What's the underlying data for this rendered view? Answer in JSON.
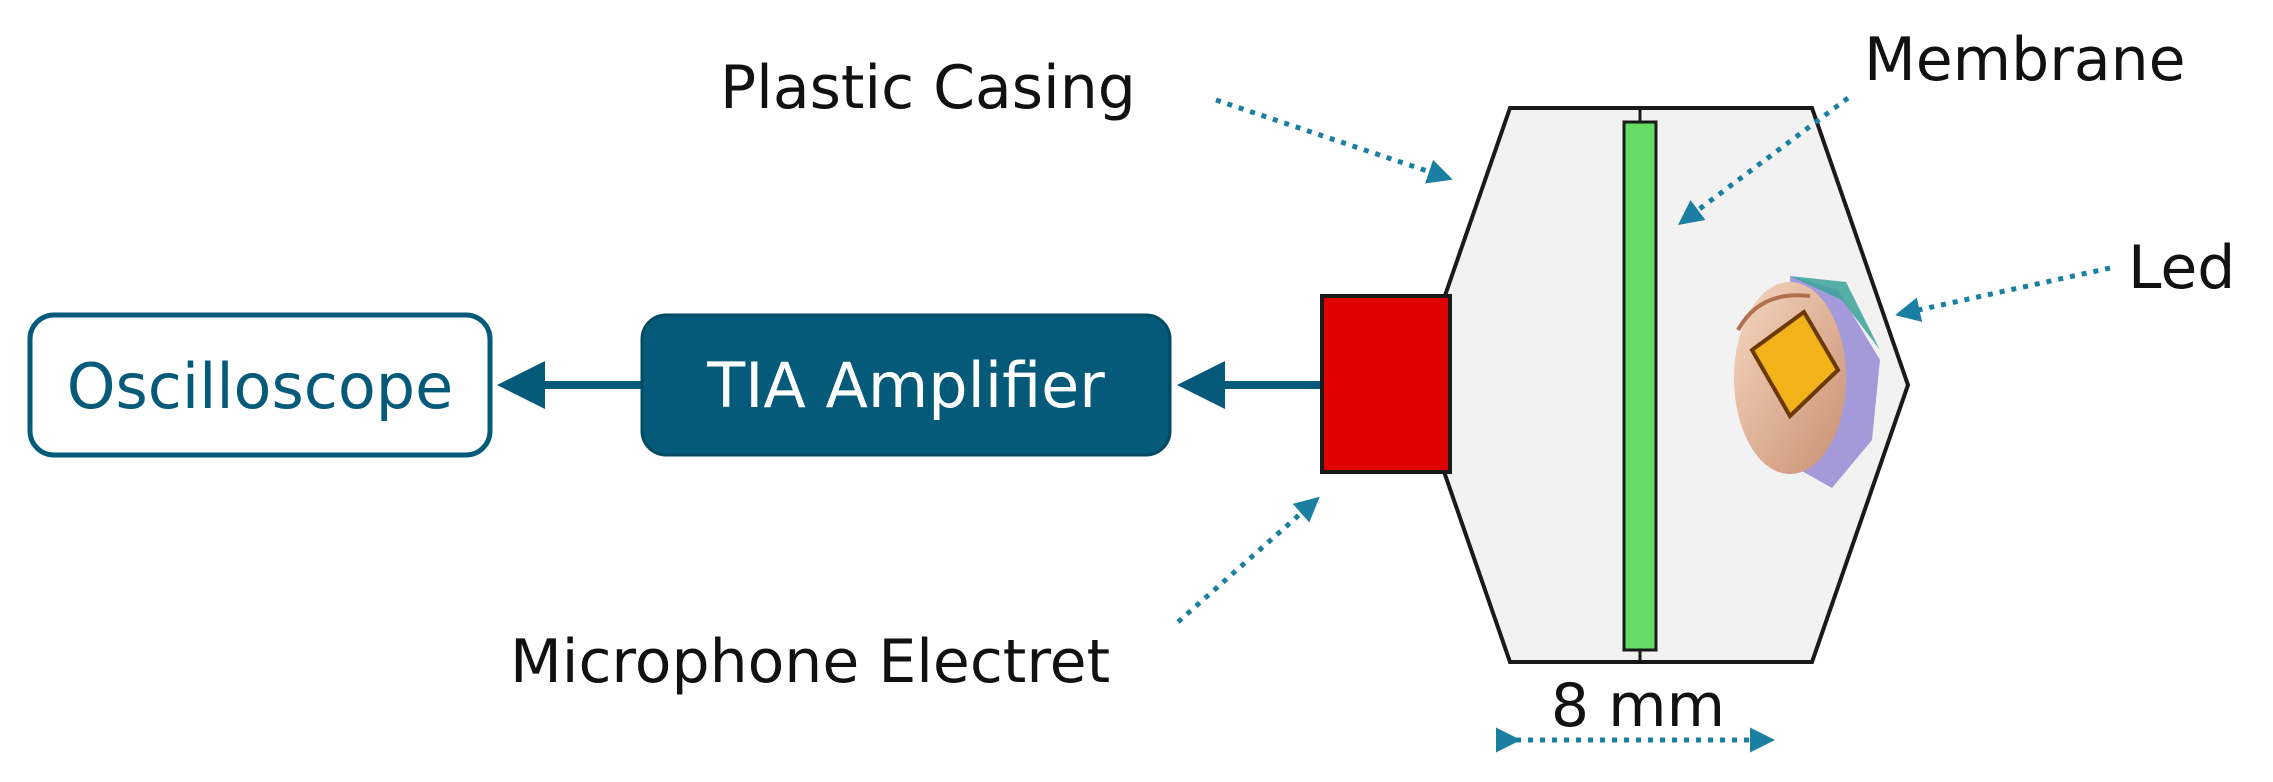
{
  "labels": {
    "oscilloscope": "Oscilloscope",
    "amplifier": "TIA Amplifier",
    "plastic_casing": "Plastic Casing",
    "membrane": "Membrane",
    "led": "Led",
    "microphone": "Microphone Electret",
    "dimension": "8 mm"
  },
  "colors": {
    "dark_teal": "#045a78",
    "microphone_red": "#e00000",
    "membrane_green": "#66dd66",
    "casing_fill": "#f2f2f2",
    "pointer_blue": "#1a7fa0",
    "led_gold": "#f2b21a",
    "led_body": "#e8c0a0"
  }
}
